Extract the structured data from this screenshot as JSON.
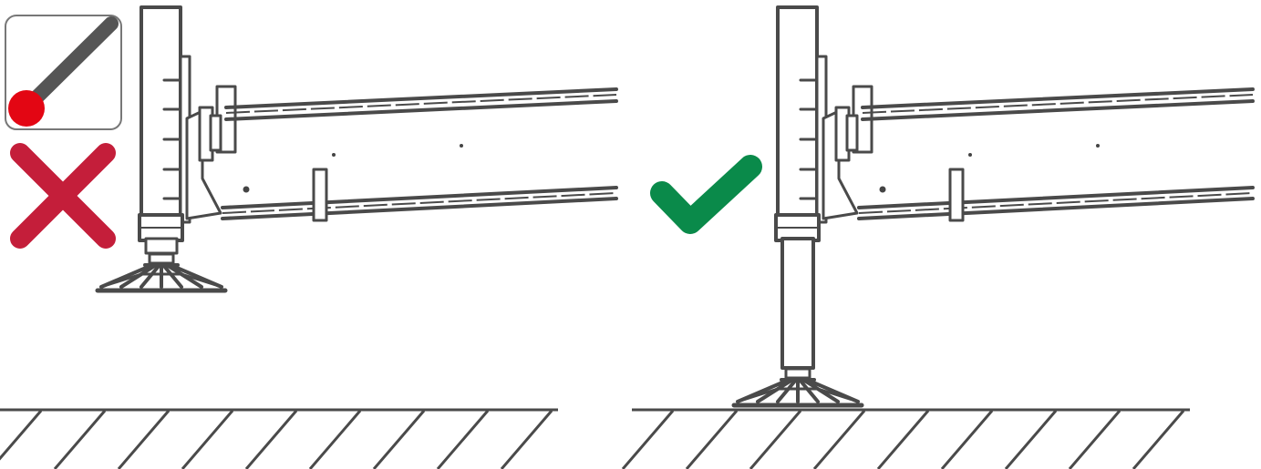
{
  "diagram": {
    "panels": [
      {
        "name": "incorrect",
        "marker": "cross-icon",
        "marker_color": "#c41e3a",
        "foot": "retracted-foot-raised-off-ground"
      },
      {
        "name": "correct",
        "marker": "check-icon",
        "marker_color": "#0a8a4a",
        "foot": "extended-foot-on-ground"
      }
    ],
    "indicator": {
      "icon": "lever-handle-icon",
      "handle_color": "#555555",
      "knob_color": "#e30613",
      "frame_color": "#777777"
    },
    "colors": {
      "line": "#4a4a4a",
      "background": "#ffffff"
    }
  }
}
